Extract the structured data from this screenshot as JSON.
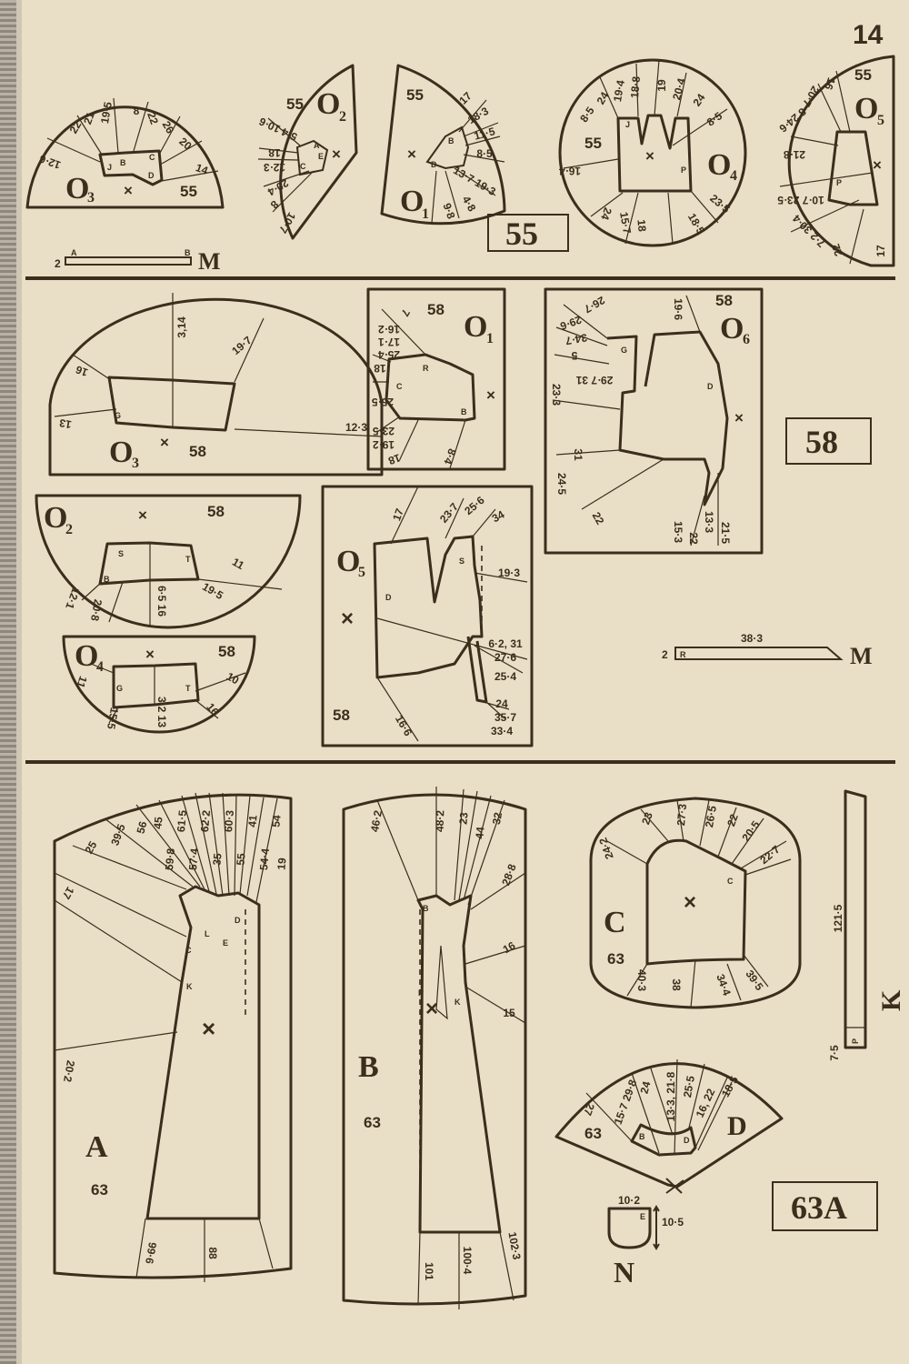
{
  "page_number": "14",
  "ink_color": "#3b2e1d",
  "paper_color": "#e9dfc6",
  "size55": {
    "box": "55",
    "scale": {
      "width": "2",
      "a": "A",
      "b": "B",
      "letter": "M"
    },
    "o3": {
      "label": "O",
      "sub": "3",
      "size": "55",
      "points": [
        "J",
        "B",
        "C",
        "D"
      ],
      "m": [
        "12·6",
        "22",
        "21",
        "19·5",
        "8",
        "22",
        "26",
        "20",
        "14"
      ]
    },
    "o2": {
      "label": "O",
      "sub": "2",
      "size": "55",
      "points": [
        "A",
        "E",
        "C"
      ],
      "m": [
        "5·4 10·6",
        "18",
        "12·3",
        "20·4",
        "8",
        "10·7"
      ]
    },
    "o1": {
      "label": "O",
      "sub": "1",
      "size": "55",
      "points": [
        "B",
        "D"
      ],
      "m": [
        "17",
        "18·3",
        "11·5",
        "8·5",
        "13·7 19·3",
        "4·8",
        "9·8"
      ]
    },
    "o4": {
      "label": "O",
      "sub": "4",
      "size": "55",
      "points": [
        "J",
        "P"
      ],
      "m": [
        "8·5",
        "24",
        "19·4",
        "18·8",
        "19",
        "20·4",
        "24",
        "8·5",
        "16·4",
        "23·5",
        "18·5",
        "18",
        "15·7",
        "24"
      ]
    },
    "o5": {
      "label": "O",
      "sub": "5",
      "size": "55",
      "points": [
        "P"
      ],
      "m": [
        "16",
        "20·7",
        "8 24·6",
        "21·8",
        "10·7 23·5",
        "7·2 30·4",
        "22",
        "17"
      ]
    }
  },
  "size58": {
    "box": "58",
    "scale": {
      "width": "2",
      "a": "R",
      "length": "38·3",
      "letter": "M"
    },
    "o3": {
      "label": "O",
      "sub": "3",
      "size": "58",
      "points": [
        "G"
      ],
      "m": [
        "3,14",
        "19·7",
        "16",
        "13",
        "12·3"
      ]
    },
    "o1": {
      "label": "O",
      "sub": "1",
      "size": "58",
      "points": [
        "C",
        "R",
        "B"
      ],
      "m": [
        "7",
        "16·2",
        "17·1",
        "25·4",
        "18",
        "25·5",
        "23·5",
        "19·2",
        "18",
        "8·4"
      ]
    },
    "o6": {
      "label": "O",
      "sub": "6",
      "size": "58",
      "points": [
        "G",
        "D"
      ],
      "m": [
        "26·7",
        "29·6",
        "34·7",
        "5",
        "29·7 31",
        "23·3",
        "19·6",
        "31",
        "24·5",
        "22",
        "15·3",
        "22",
        "13·3",
        "21·5"
      ]
    },
    "o2": {
      "label": "O",
      "sub": "2",
      "size": "58",
      "points": [
        "S",
        "T",
        "B"
      ],
      "m": [
        "12·1",
        "20·8",
        "6·5 16",
        "19·5",
        "11"
      ]
    },
    "o4": {
      "label": "O",
      "sub": "4",
      "size": "58",
      "points": [
        "G",
        "T"
      ],
      "m": [
        "11",
        "15·5",
        "3·2 13",
        "16",
        "10"
      ]
    },
    "o5": {
      "label": "O",
      "sub": "5",
      "size": "58",
      "points": [
        "S",
        "D"
      ],
      "m": [
        "17",
        "23·7",
        "25·6",
        "34",
        "19·3",
        "6·2, 31",
        "27·6",
        "25·4",
        "24",
        "35·7",
        "33·4",
        "16·6"
      ]
    }
  },
  "size63": {
    "box": "63A",
    "a": {
      "label": "A",
      "size": "63",
      "points": [
        "C",
        "K",
        "L",
        "E",
        "D"
      ],
      "m": [
        "25",
        "39·5",
        "56",
        "45",
        "59·8",
        "61·5",
        "57·4",
        "62·2",
        "35",
        "60·3",
        "55",
        "41",
        "54·4",
        "54",
        "19",
        "17",
        "20·2",
        "99·6",
        "88"
      ]
    },
    "b": {
      "label": "B",
      "size": "63",
      "points": [
        "B",
        "P",
        "K"
      ],
      "m": [
        "46·2",
        "48·2",
        "23",
        "44",
        "32",
        "28·8",
        "16",
        "15",
        "101",
        "100·4",
        "102·3"
      ]
    },
    "c": {
      "label": "C",
      "size": "63",
      "points": [
        "C"
      ],
      "m": [
        "24·2",
        "23",
        "27·3",
        "26·5",
        "22",
        "20·5",
        "22·7",
        "40·3",
        "38",
        "34·4",
        "39·5"
      ]
    },
    "d": {
      "label": "D",
      "size": "63",
      "points": [
        "B",
        "D"
      ],
      "m": [
        "27",
        "15·7 29·8",
        "24",
        "13·3, 21·8",
        "25·5",
        "16, 22",
        "18·5"
      ]
    },
    "k": {
      "label": "K",
      "length": "121·5",
      "width": "7·5",
      "point": "P"
    },
    "n": {
      "label": "N",
      "width": "10·2",
      "height": "10·5",
      "point": "E"
    }
  }
}
